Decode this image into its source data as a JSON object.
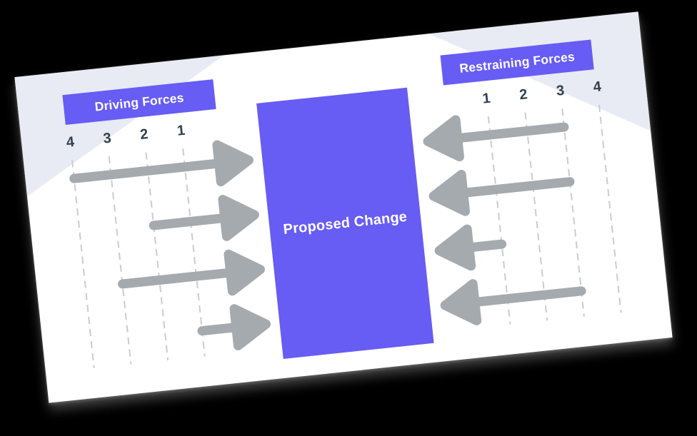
{
  "colors": {
    "page_background": "#000000",
    "card_background": "#ffffff",
    "accent_purple": "#675cf3",
    "arrow_gray": "#a5aaaf",
    "wedge_light": "#e8ebf3",
    "number_text": "#32404f",
    "gridline_gray": "#c8ccd2",
    "label_text": "#ffffff"
  },
  "center": {
    "label": "Proposed Change"
  },
  "panels": {
    "driving": {
      "title": "Driving Forces",
      "scale": [
        "4",
        "3",
        "2",
        "1"
      ],
      "direction": "right",
      "arrows": [
        4,
        2,
        3,
        1
      ]
    },
    "restraining": {
      "title": "Restraining Forces",
      "scale": [
        "1",
        "2",
        "3",
        "4"
      ],
      "direction": "left",
      "arrows": [
        3,
        3,
        1,
        3
      ]
    }
  }
}
